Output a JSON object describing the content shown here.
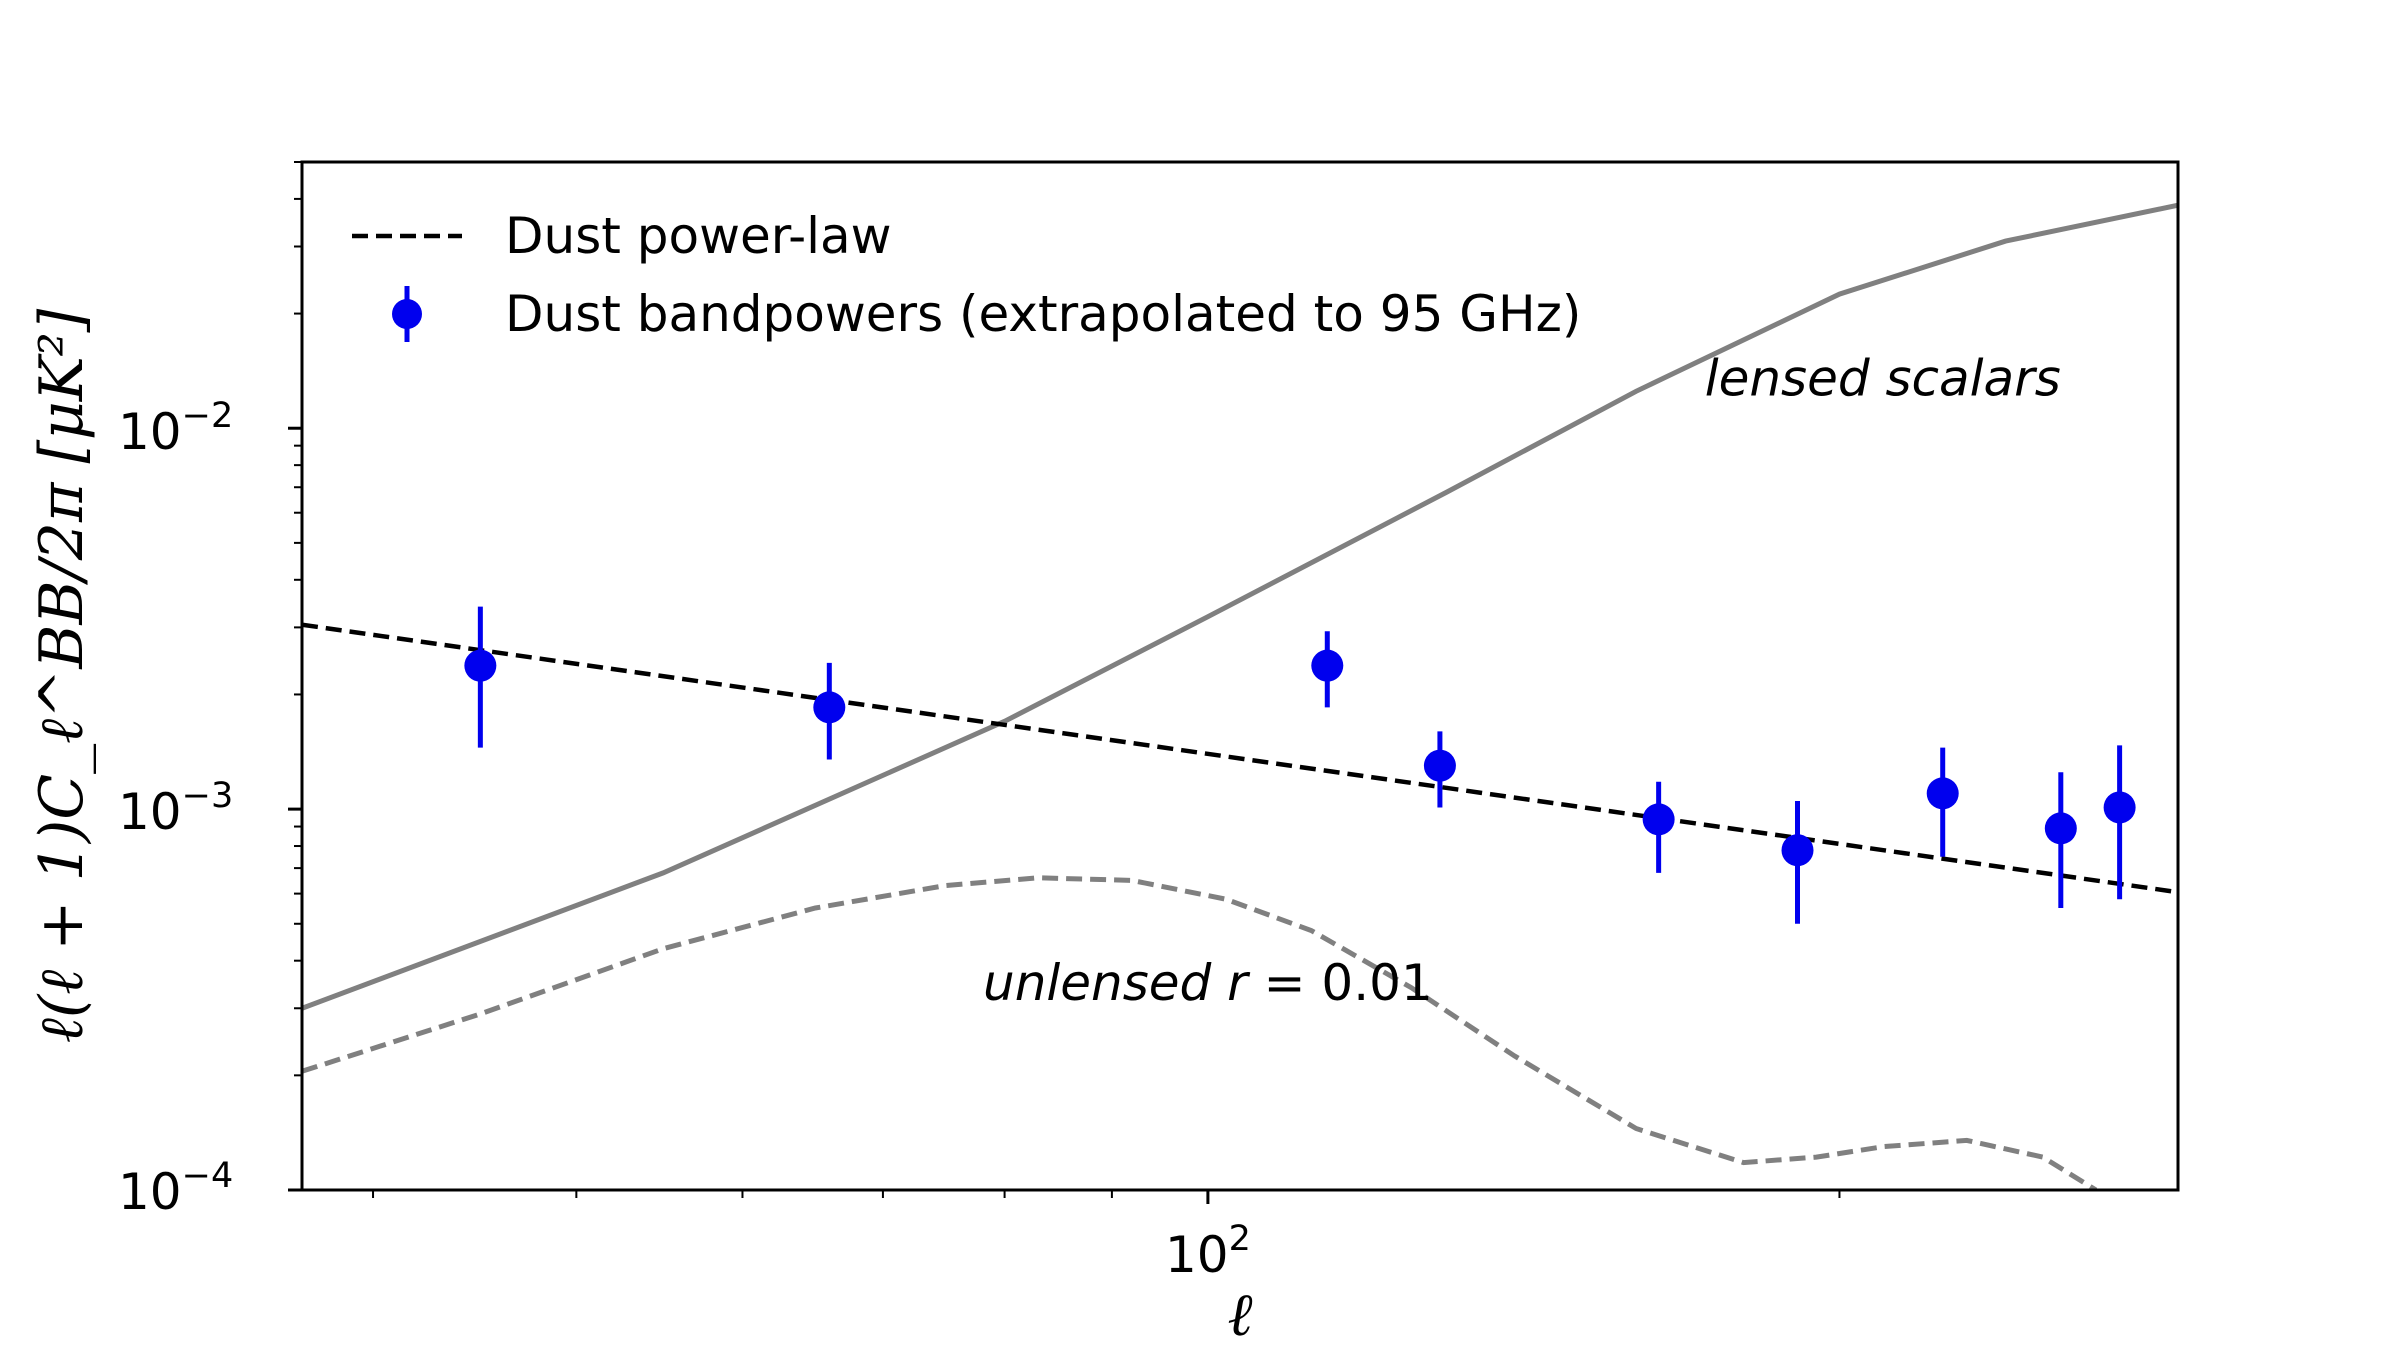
{
  "chart_data": {
    "type": "line",
    "title": "",
    "xlabel": "ℓ",
    "ylabel": "ℓ(ℓ + 1)C_ℓ^BB/2π [μK²]",
    "xscale": "log",
    "yscale": "log",
    "xlim": [
      37,
      290
    ],
    "ylim": [
      0.0001,
      0.05
    ],
    "grid": false,
    "legend_position": "top-left",
    "x_tick_labels": [
      "10",
      "2"
    ],
    "y_tick_labels": [
      {
        "base": "10",
        "exp": "−4",
        "value": 0.0001
      },
      {
        "base": "10",
        "exp": "−3",
        "value": 0.001
      },
      {
        "base": "10",
        "exp": "−2",
        "value": 0.01
      }
    ],
    "series": [
      {
        "name": "Dust power-law",
        "style": "dashed",
        "color": "#000000",
        "x": [
          37,
          290
        ],
        "y": [
          0.00305,
          0.000605
        ]
      },
      {
        "name": "Dust bandpowers (extrapolated to 95 GHz)",
        "style": "errorbar-points",
        "color": "#0000ee",
        "points": [
          {
            "x": 45,
            "y": 0.00238,
            "lo": 0.00145,
            "hi": 0.0034
          },
          {
            "x": 66,
            "y": 0.00185,
            "lo": 0.00135,
            "hi": 0.00242
          },
          {
            "x": 114,
            "y": 0.00238,
            "lo": 0.00185,
            "hi": 0.00293
          },
          {
            "x": 129,
            "y": 0.0013,
            "lo": 0.00101,
            "hi": 0.0016
          },
          {
            "x": 164,
            "y": 0.00094,
            "lo": 0.00068,
            "hi": 0.00118
          },
          {
            "x": 191,
            "y": 0.00078,
            "lo": 0.0005,
            "hi": 0.00105
          },
          {
            "x": 224,
            "y": 0.0011,
            "lo": 0.00075,
            "hi": 0.00145
          },
          {
            "x": 255,
            "y": 0.00089,
            "lo": 0.00055,
            "hi": 0.00125
          },
          {
            "x": 272,
            "y": 0.00101,
            "lo": 0.00058,
            "hi": 0.00147
          }
        ]
      },
      {
        "name": "lensed scalars",
        "style": "solid",
        "color": "#808080",
        "x": [
          37,
          55,
          80,
          100,
          130,
          160,
          200,
          240,
          290
        ],
        "y": [
          0.0003,
          0.00068,
          0.0017,
          0.0032,
          0.0068,
          0.0125,
          0.0225,
          0.031,
          0.0385
        ]
      },
      {
        "name": "unlensed r = 0.01",
        "style": "dashed",
        "color": "#808080",
        "x": [
          37,
          45,
          55,
          65,
          75,
          83,
          92,
          102,
          112,
          125,
          140,
          160,
          180,
          195,
          210,
          230,
          250,
          265
        ],
        "y": [
          0.000205,
          0.00029,
          0.00043,
          0.00055,
          0.00063,
          0.00066,
          0.00065,
          0.00058,
          0.00048,
          0.00034,
          0.000225,
          0.000145,
          0.000118,
          0.000122,
          0.00013,
          0.000135,
          0.000122,
          0.0001
        ]
      }
    ],
    "annotations": [
      {
        "text": "lensed scalars",
        "x": 255,
        "y": 0.0122
      },
      {
        "text_italic": "unlensed r",
        "text_plain": " = 0.01",
        "x": 100,
        "y": 0.000315
      }
    ]
  }
}
